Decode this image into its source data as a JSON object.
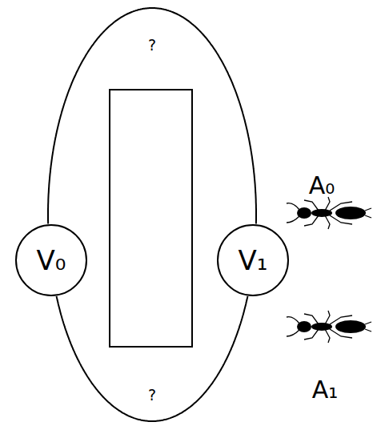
{
  "diagram": {
    "nodes": [
      {
        "text": [
          "V₀"
        ]
      },
      {
        "text": [
          "V₁"
        ]
      }
    ],
    "edges": [
      {
        "from": 0,
        "to": 1,
        "arrow": "none",
        "label": "?"
      },
      {
        "from": 0,
        "to": 1,
        "arrow": "none",
        "label": "?"
      }
    ],
    "labels": [
      "A₀",
      "A₁"
    ]
  }
}
